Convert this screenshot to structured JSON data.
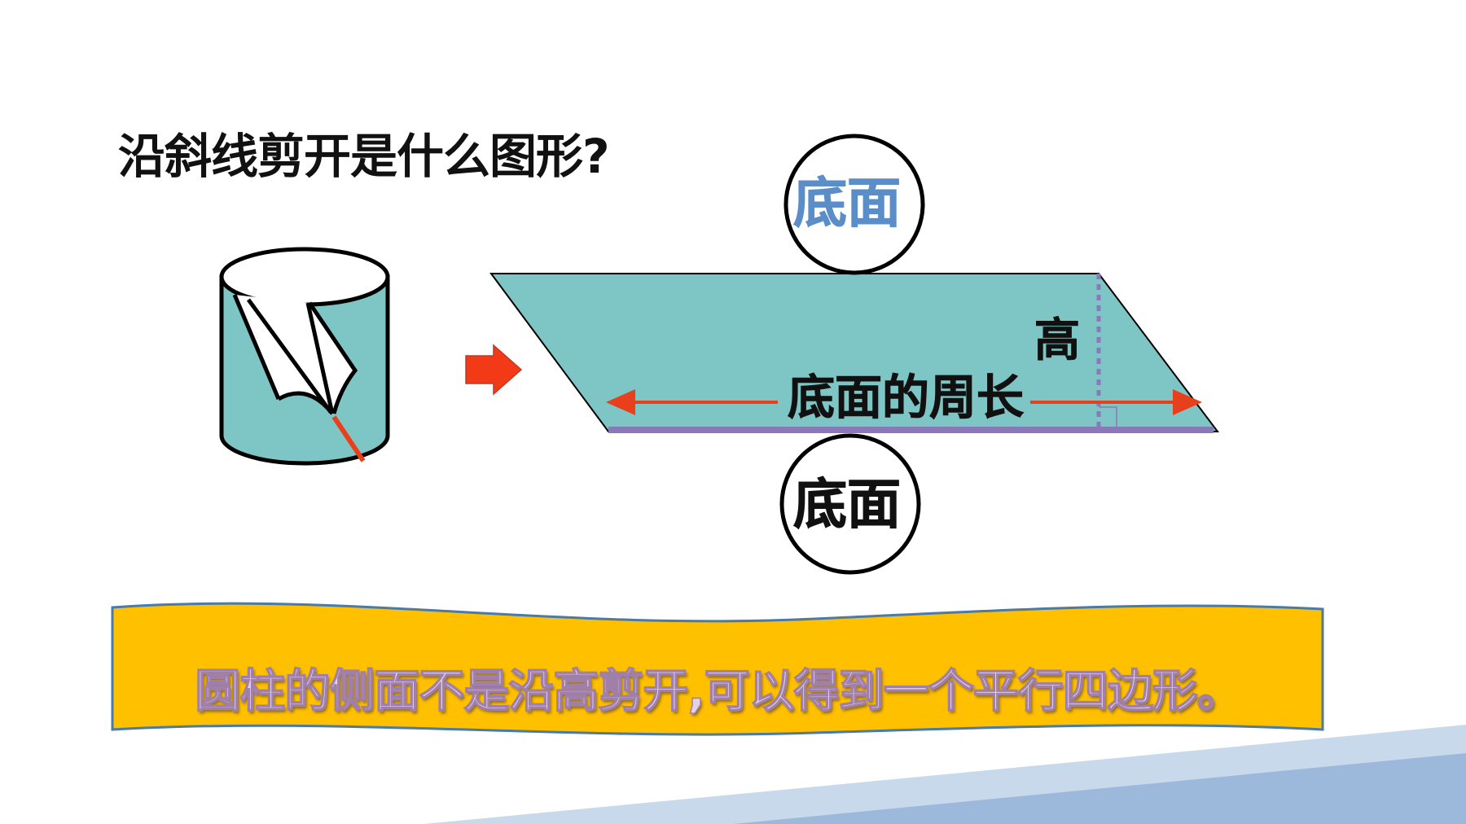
{
  "slide": {
    "title": "沿斜线剪开是什么图形?",
    "cylinder_icon": "cut-cylinder-icon",
    "arrow_icon": "right-arrow-icon",
    "colors": {
      "surface": "#7ec6c6",
      "cut_line": "#e8401c",
      "arrow": "#f23a16",
      "base_edge": "#8b78b8",
      "height_line": "#8b78b8",
      "banner_fill": "#ffc000",
      "banner_stroke": "#4a7aa8",
      "blue_label": "#5b8ec8",
      "corner_band_light": "#c9d9ec",
      "corner_band_dark": "#9cb9dc"
    },
    "top_base_label": "底面",
    "bottom_base_label": "底面",
    "height_label": "高",
    "perimeter_label": "底面的周长",
    "conclusion": "圆柱的侧面不是沿高剪开,可以得到一个平行四边形。"
  }
}
